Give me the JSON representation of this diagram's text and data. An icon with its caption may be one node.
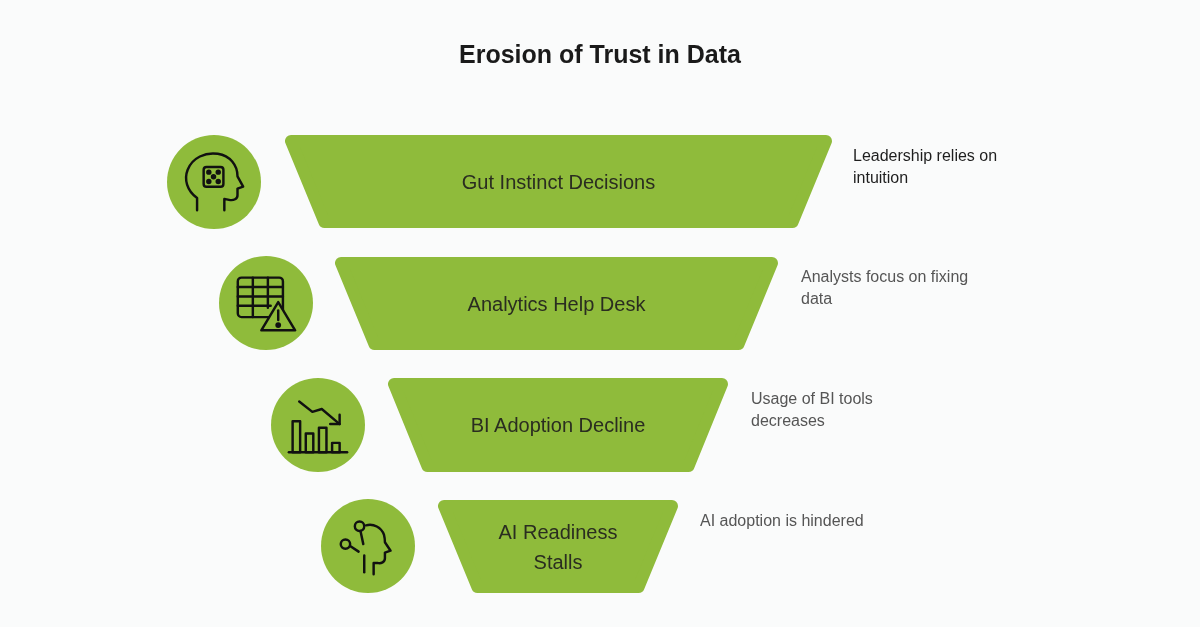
{
  "diagram": {
    "title": "Erosion of Trust in Data",
    "nodes": [
      {
        "text": [
          "Gut Instinct Decisions"
        ],
        "beside": [
          "Leadership relies on intuition"
        ]
      },
      {
        "text": [
          "Analytics Help Desk"
        ],
        "beside": [
          "Analysts focus on fixing data"
        ]
      },
      {
        "text": [
          "BI Adoption Decline"
        ],
        "beside": [
          "Usage of BI tools decreases"
        ]
      },
      {
        "text": [
          "AI Readiness Stalls"
        ],
        "beside": [
          "AI adoption is hindered"
        ]
      }
    ]
  }
}
